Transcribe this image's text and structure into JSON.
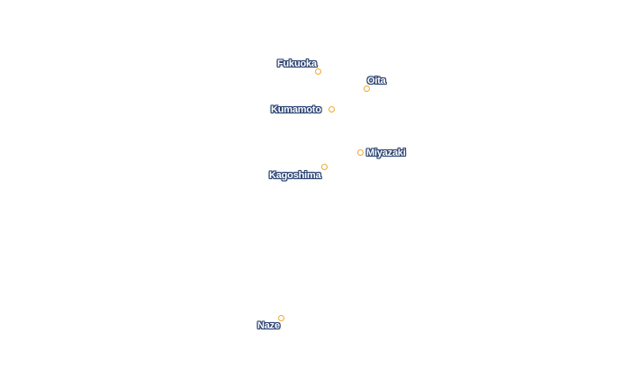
{
  "map": {
    "marker_color": "#f0a830",
    "label_outline_color": "#2d4474",
    "label_text_color": "#ffffff",
    "cities": [
      {
        "name": "Fukuoka"
      },
      {
        "name": "Oita"
      },
      {
        "name": "Kumamoto"
      },
      {
        "name": "Miyazaki"
      },
      {
        "name": "Kagoshima"
      },
      {
        "name": "Naze"
      }
    ]
  }
}
